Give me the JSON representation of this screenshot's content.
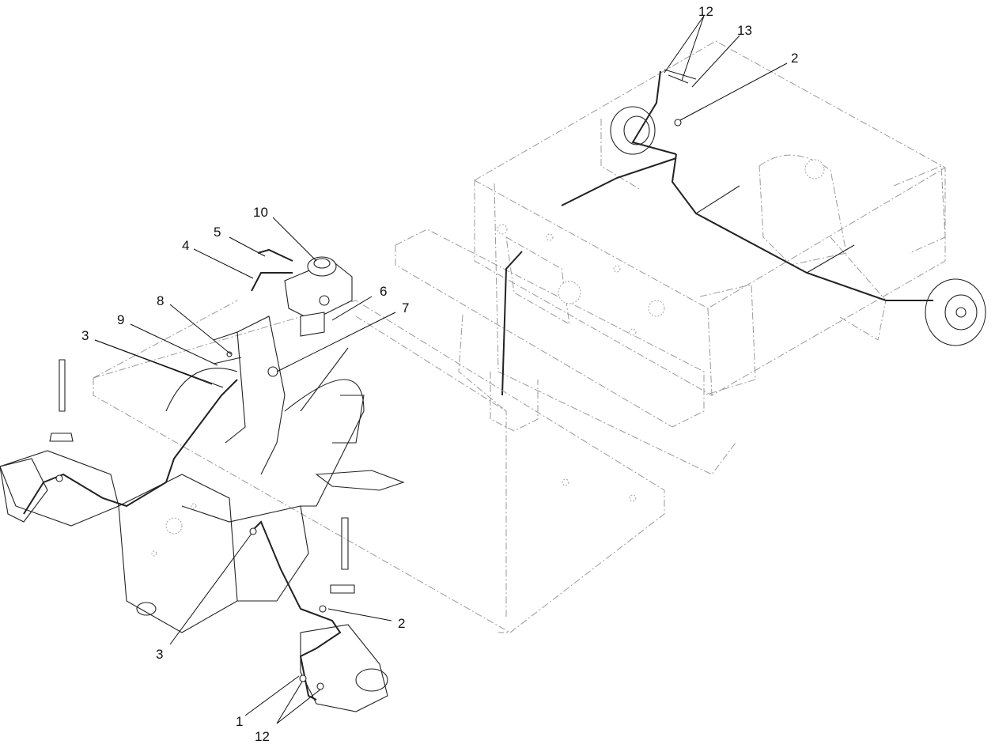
{
  "callouts": [
    {
      "id": "c12-top",
      "label": "12"
    },
    {
      "id": "c13",
      "label": "13"
    },
    {
      "id": "c2-top",
      "label": "2"
    },
    {
      "id": "c10",
      "label": "10"
    },
    {
      "id": "c5",
      "label": "5"
    },
    {
      "id": "c4",
      "label": "4"
    },
    {
      "id": "c6",
      "label": "6"
    },
    {
      "id": "c8",
      "label": "8"
    },
    {
      "id": "c9",
      "label": "9"
    },
    {
      "id": "c7",
      "label": "7"
    },
    {
      "id": "c3-top",
      "label": "3"
    },
    {
      "id": "c2-bottom",
      "label": "2"
    },
    {
      "id": "c3-bottom",
      "label": "3"
    },
    {
      "id": "c1",
      "label": "1"
    },
    {
      "id": "c12-bottom",
      "label": "12"
    }
  ]
}
